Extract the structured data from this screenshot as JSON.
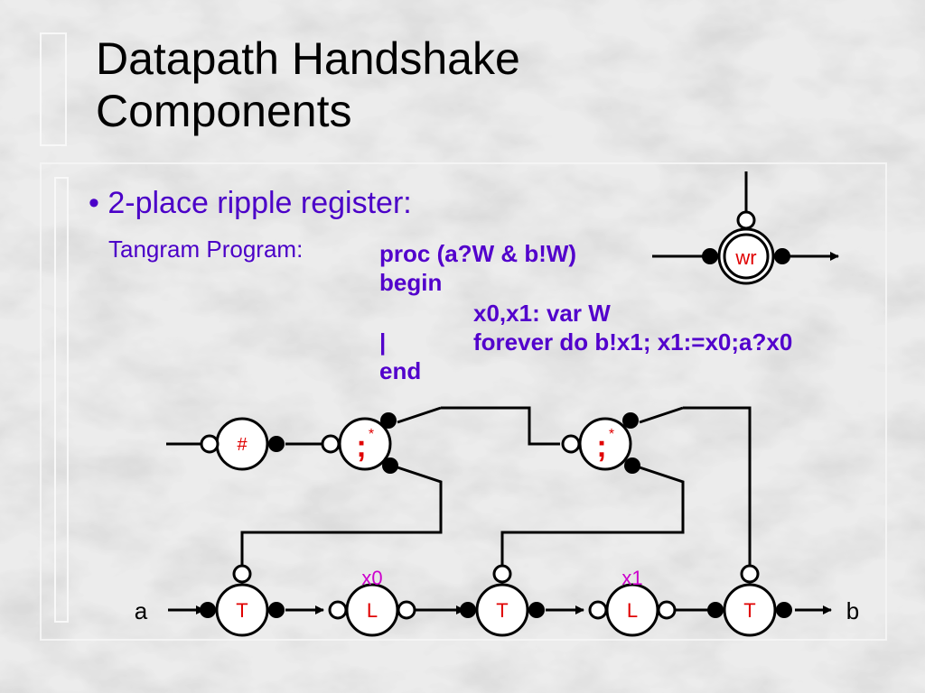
{
  "slide": {
    "title_line1": "Datapath Handshake",
    "title_line2": "Components",
    "bullet": "• 2-place ripple register:",
    "tangram_label": "Tangram Program:",
    "code": {
      "line1": "proc (a?W & b!W)",
      "line2": "begin",
      "line3": "x0,x1: var W",
      "line4_bar": "|",
      "line4": "forever do b!x1; x1:=x0;a?x0",
      "line5": "end"
    }
  },
  "diagram": {
    "wr_label": "wr",
    "hash_label": "#",
    "seq1_label": ";",
    "seq1_star": "*",
    "seq2_label": ";",
    "seq2_star": "*",
    "t1_label": "T",
    "l1_label": "L",
    "t2_label": "T",
    "l2_label": "L",
    "t3_label": "T",
    "x0_label": "x0",
    "x1_label": "x1",
    "a_label": "a",
    "b_label": "b"
  },
  "colors": {
    "title": "#000000",
    "purple_text": "#4b00c8",
    "node_label_red": "#e00000",
    "var_label_magenta": "#cc00cc",
    "background": "#e6e6e6"
  }
}
